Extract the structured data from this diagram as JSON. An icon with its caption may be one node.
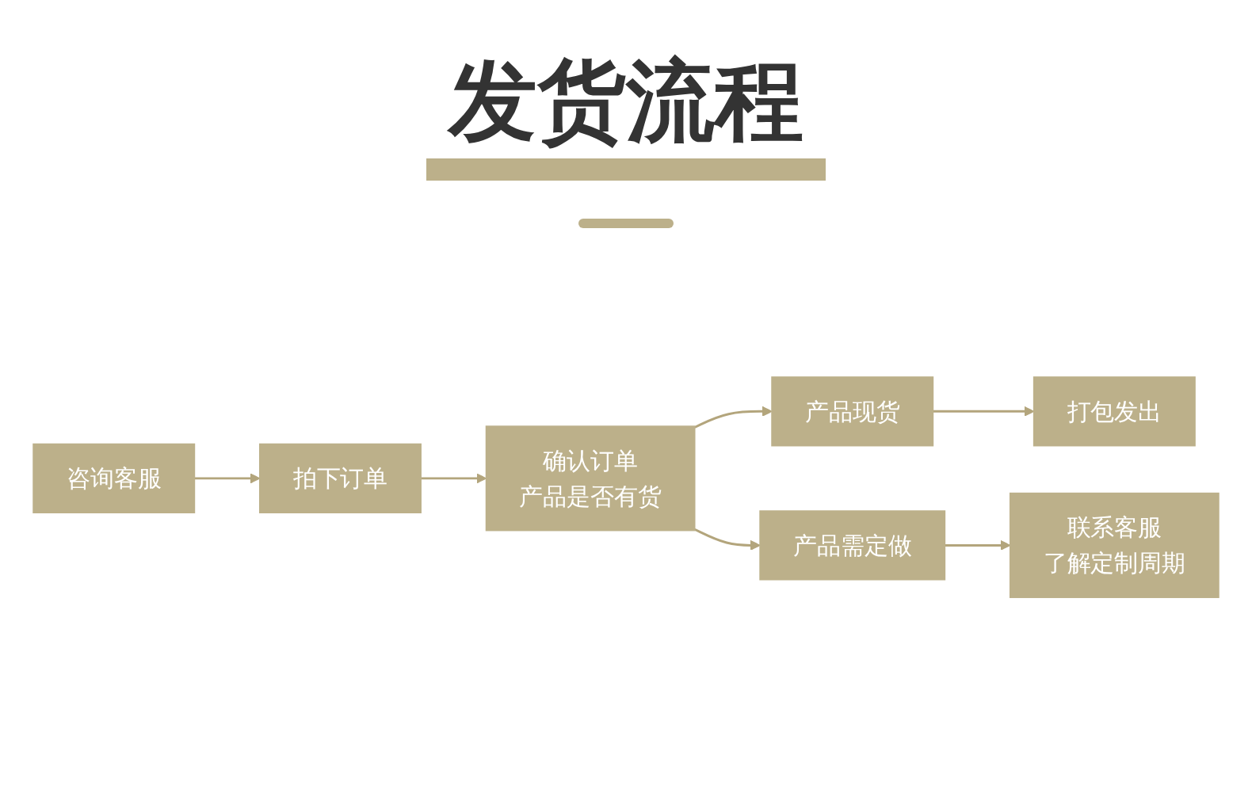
{
  "diagram": {
    "title": "发货流程",
    "nodes": [
      {
        "text": [
          "咨询客服"
        ]
      },
      {
        "text": [
          "拍下订单"
        ]
      },
      {
        "text": [
          "确认订单",
          "产品是否有货"
        ]
      },
      {
        "text": [
          "产品现货"
        ]
      },
      {
        "text": [
          "打包发出"
        ]
      },
      {
        "text": [
          "产品需定做"
        ]
      },
      {
        "text": [
          "联系客服",
          "了解定制周期"
        ]
      }
    ],
    "edges": [
      {
        "from": 0,
        "to": 1,
        "arrow": "to"
      },
      {
        "from": 1,
        "to": 2,
        "arrow": "to"
      },
      {
        "from": 2,
        "to": 3,
        "arrow": "to"
      },
      {
        "from": 3,
        "to": 4,
        "arrow": "to"
      },
      {
        "from": 2,
        "to": 5,
        "arrow": "to"
      },
      {
        "from": 5,
        "to": 6,
        "arrow": "to"
      }
    ]
  }
}
